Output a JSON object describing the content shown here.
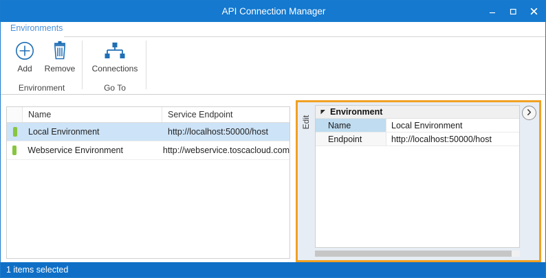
{
  "window": {
    "title": "API Connection Manager",
    "controls": {
      "minimize": "minimize-icon",
      "maximize": "maximize-icon",
      "close": "close-icon"
    }
  },
  "ribbon": {
    "tabs": [
      {
        "label": "Environments",
        "active": true
      }
    ],
    "groups": [
      {
        "name": "Environment",
        "label": "Environment",
        "buttons": [
          {
            "id": "add",
            "label": "Add",
            "icon": "plus-circle-icon"
          },
          {
            "id": "remove",
            "label": "Remove",
            "icon": "trash-icon"
          }
        ]
      },
      {
        "name": "Go To",
        "label": "Go To",
        "buttons": [
          {
            "id": "connections",
            "label": "Connections",
            "icon": "network-nodes-icon"
          }
        ]
      }
    ]
  },
  "list": {
    "columns": [
      "",
      "Name",
      "Service Endpoint"
    ],
    "rows": [
      {
        "indicator": "environment-chip",
        "name": "Local Environment",
        "endpoint": "http://localhost:50000/host",
        "selected": true
      },
      {
        "indicator": "environment-chip",
        "name": "Webservice Environment",
        "endpoint": "http://webservice.toscacloud.com",
        "selected": false
      }
    ]
  },
  "edit_panel": {
    "tab_label": "Edit",
    "expand_button_icon": "chevron-right-circle-icon",
    "category": {
      "label": "Environment",
      "expander_icon": "triangle-down-icon",
      "expanded": true
    },
    "properties": [
      {
        "key": "Name",
        "value": "Local Environment",
        "active": true
      },
      {
        "key": "Endpoint",
        "value": "http://localhost:50000/host",
        "active": false
      }
    ]
  },
  "statusbar": {
    "text": "1 items selected"
  },
  "colors": {
    "title_bar": "#1479cf",
    "status_bar": "#0f6fc6",
    "accent_tab": "#4a90d9",
    "highlight_border": "#f0a122",
    "selection": "#cde3f7",
    "property_selection": "#bfdcf0",
    "environment_chip": "#88c540",
    "icon_blue": "#1f6fb5"
  }
}
